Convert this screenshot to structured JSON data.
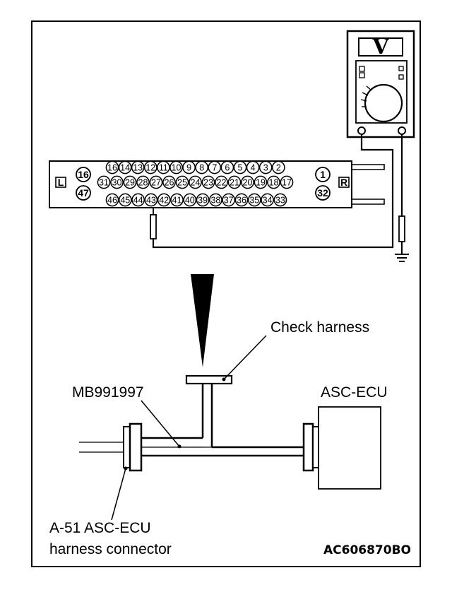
{
  "meter": {
    "unit_symbol": "V"
  },
  "connector": {
    "left_side_label": "L",
    "right_side_label": "R",
    "pin_row_top": [
      "16",
      "14",
      "13",
      "12",
      "11",
      "10",
      "9",
      "8",
      "7",
      "6",
      "5",
      "4",
      "3",
      "2"
    ],
    "pin_row_mid": [
      "31",
      "30",
      "29",
      "28",
      "27",
      "26",
      "25",
      "24",
      "23",
      "22",
      "21",
      "20",
      "19",
      "18",
      "17"
    ],
    "pin_row_bottom": [
      "46",
      "45",
      "44",
      "43",
      "42",
      "41",
      "40",
      "39",
      "38",
      "37",
      "36",
      "35",
      "34",
      "33"
    ],
    "left_pins": [
      "16",
      "47"
    ],
    "right_pins": [
      "1",
      "32"
    ],
    "probed_pin": "43"
  },
  "labels": {
    "check_harness": "Check harness",
    "special_tool": "MB991997",
    "ecu": "ASC-ECU",
    "connector_line1": "A-51 ASC-ECU",
    "connector_line2": "harness connector",
    "figure_code": "AC606870BO"
  }
}
